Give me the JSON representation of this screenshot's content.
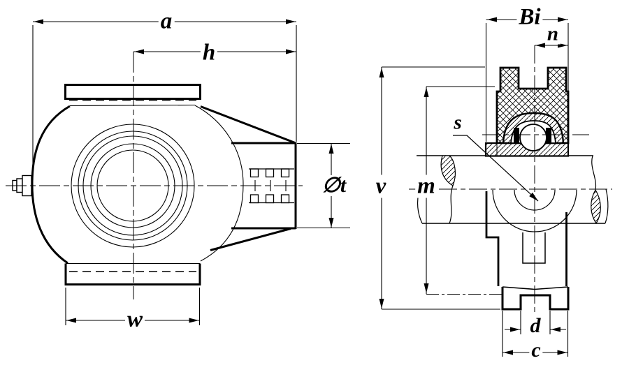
{
  "drawing": {
    "background_color": "#ffffff",
    "line_color": "#000000",
    "dimension_labels": {
      "a": "a",
      "h": "h",
      "diameter_t": "∅t",
      "w": "w",
      "Bi": "Bi",
      "n": "n",
      "s": "s",
      "v": "v",
      "m": "m",
      "d": "d",
      "c": "c"
    }
  }
}
